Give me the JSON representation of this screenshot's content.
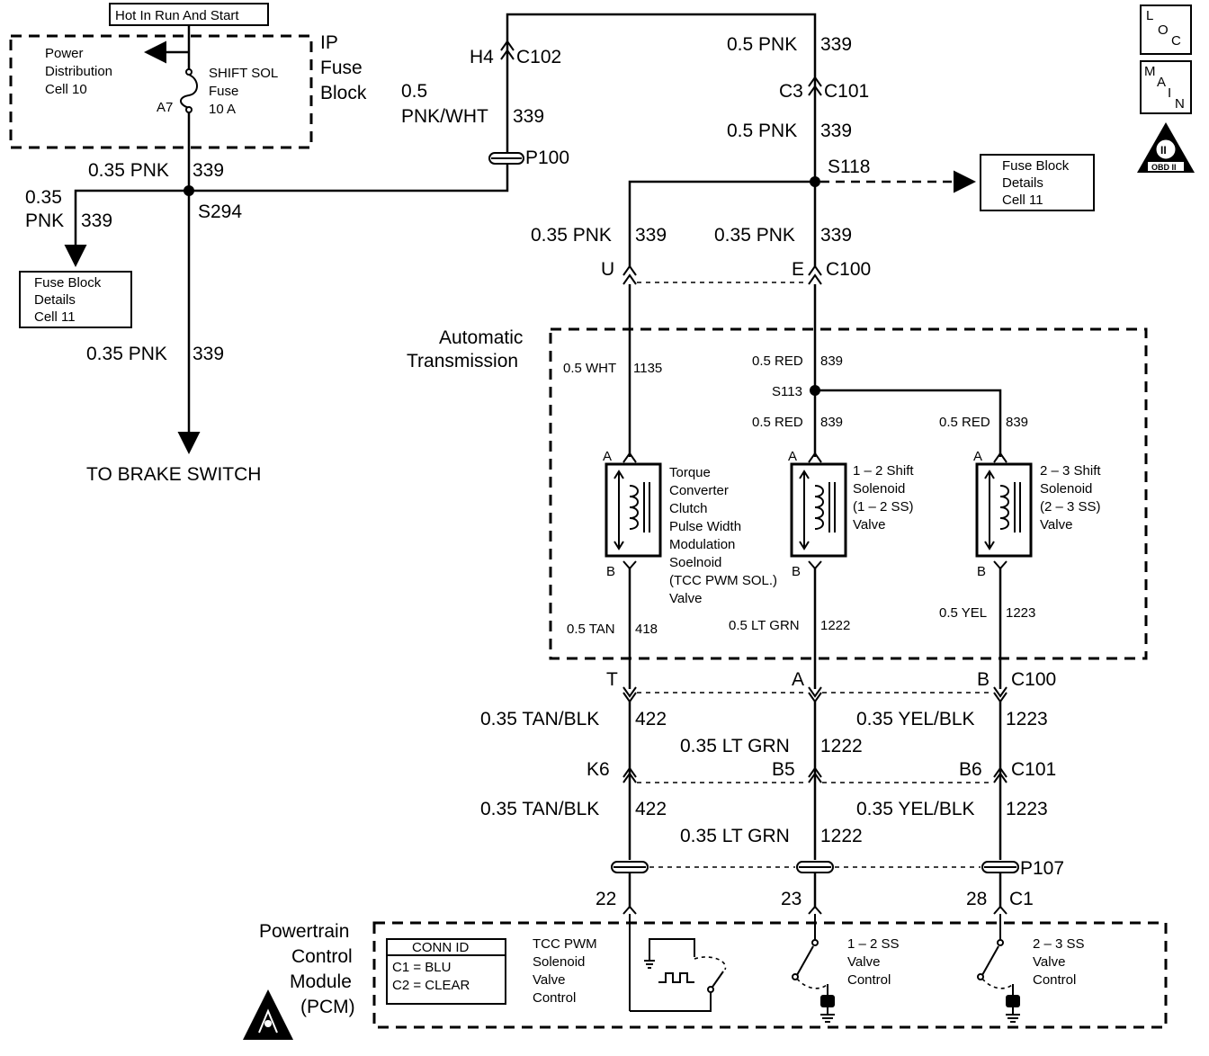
{
  "top": {
    "hot_label": "Hot In Run And Start",
    "ip_fuse_block": [
      "IP",
      "Fuse",
      "Block"
    ],
    "power_dist": [
      "Power",
      "Distribution",
      "Cell 10"
    ],
    "shift_sol_fuse": [
      "SHIFT SOL",
      "Fuse",
      "10 A"
    ],
    "a7": "A7"
  },
  "left": {
    "wire_339_top": "0.35 PNK",
    "circuit_339": "339",
    "splice_s294": "S294",
    "branch_wire": [
      "0.35",
      "PNK"
    ],
    "fuse_block_details_left": [
      "Fuse Block",
      "Details",
      "Cell 11"
    ],
    "wire_339_lower": "0.35 PNK",
    "to_brake_switch": "TO BRAKE SWITCH"
  },
  "center": {
    "h4": "H4",
    "c102": "C102",
    "pnkwht_size": "0.5",
    "pnkwht": "PNK/WHT",
    "p100": "P100",
    "pnk_05": "0.5 PNK",
    "c3": "C3",
    "c101": "C101",
    "s118": "S118",
    "fuse_block_details_right": [
      "Fuse Block",
      "Details",
      "Cell 11"
    ],
    "wire_035_pnk": "0.35 PNK",
    "u": "U",
    "e": "E",
    "c100": "C100"
  },
  "transmission": {
    "title": [
      "Automatic",
      "Transmission"
    ],
    "wht_1135": "0.5 WHT",
    "circ_1135": "1135",
    "red_839": "0.5 RED",
    "circ_839": "839",
    "s113": "S113",
    "pin_a": "A",
    "pin_b": "B",
    "tcc_label": [
      "Torque",
      "Converter",
      "Clutch",
      "Pulse Width",
      "Modulation",
      "Soelnoid",
      "(TCC PWM SOL.)",
      "Valve"
    ],
    "ss12_label": [
      "1 – 2 Shift",
      "Solenoid",
      "(1 – 2 SS)",
      "Valve"
    ],
    "ss23_label": [
      "2 – 3 Shift",
      "Solenoid",
      "(2 – 3 SS)",
      "Valve"
    ],
    "tan_418": "0.5 TAN",
    "circ_418": "418",
    "ltgrn_1222": "0.5 LT GRN",
    "circ_1222": "1222",
    "yel_1223": "0.5 YEL",
    "circ_1223": "1223"
  },
  "lower": {
    "t": "T",
    "a": "A",
    "b": "B",
    "c100": "C100",
    "tanblk": "0.35 TAN/BLK",
    "circ_422": "422",
    "ltgrn": "0.35 LT GRN",
    "circ_1222": "1222",
    "yelblk": "0.35 YEL/BLK",
    "circ_1223": "1223",
    "k6": "K6",
    "b5": "B5",
    "b6": "B6",
    "c101": "C101",
    "p107": "P107",
    "pin_22": "22",
    "pin_23": "23",
    "pin_28": "28",
    "c1": "C1"
  },
  "pcm": {
    "title": [
      "Powertrain",
      "Control",
      "Module",
      "(PCM)"
    ],
    "conn_id": "CONN ID",
    "c1_blu": "C1  =  BLU",
    "c2_clear": "C2  =  CLEAR",
    "tcc_ctrl": [
      "TCC PWM",
      "Solenoid",
      "Valve",
      "Control"
    ],
    "ss12_ctrl": [
      "1 – 2 SS",
      "Valve",
      "Control"
    ],
    "ss23_ctrl": [
      "2 – 3 SS",
      "Valve",
      "Control"
    ]
  },
  "corner": {
    "loc": [
      "L",
      "O",
      "C"
    ],
    "main": [
      "M",
      "A",
      "I",
      "N"
    ],
    "obd": "OBD II",
    "obd_num": "II"
  }
}
